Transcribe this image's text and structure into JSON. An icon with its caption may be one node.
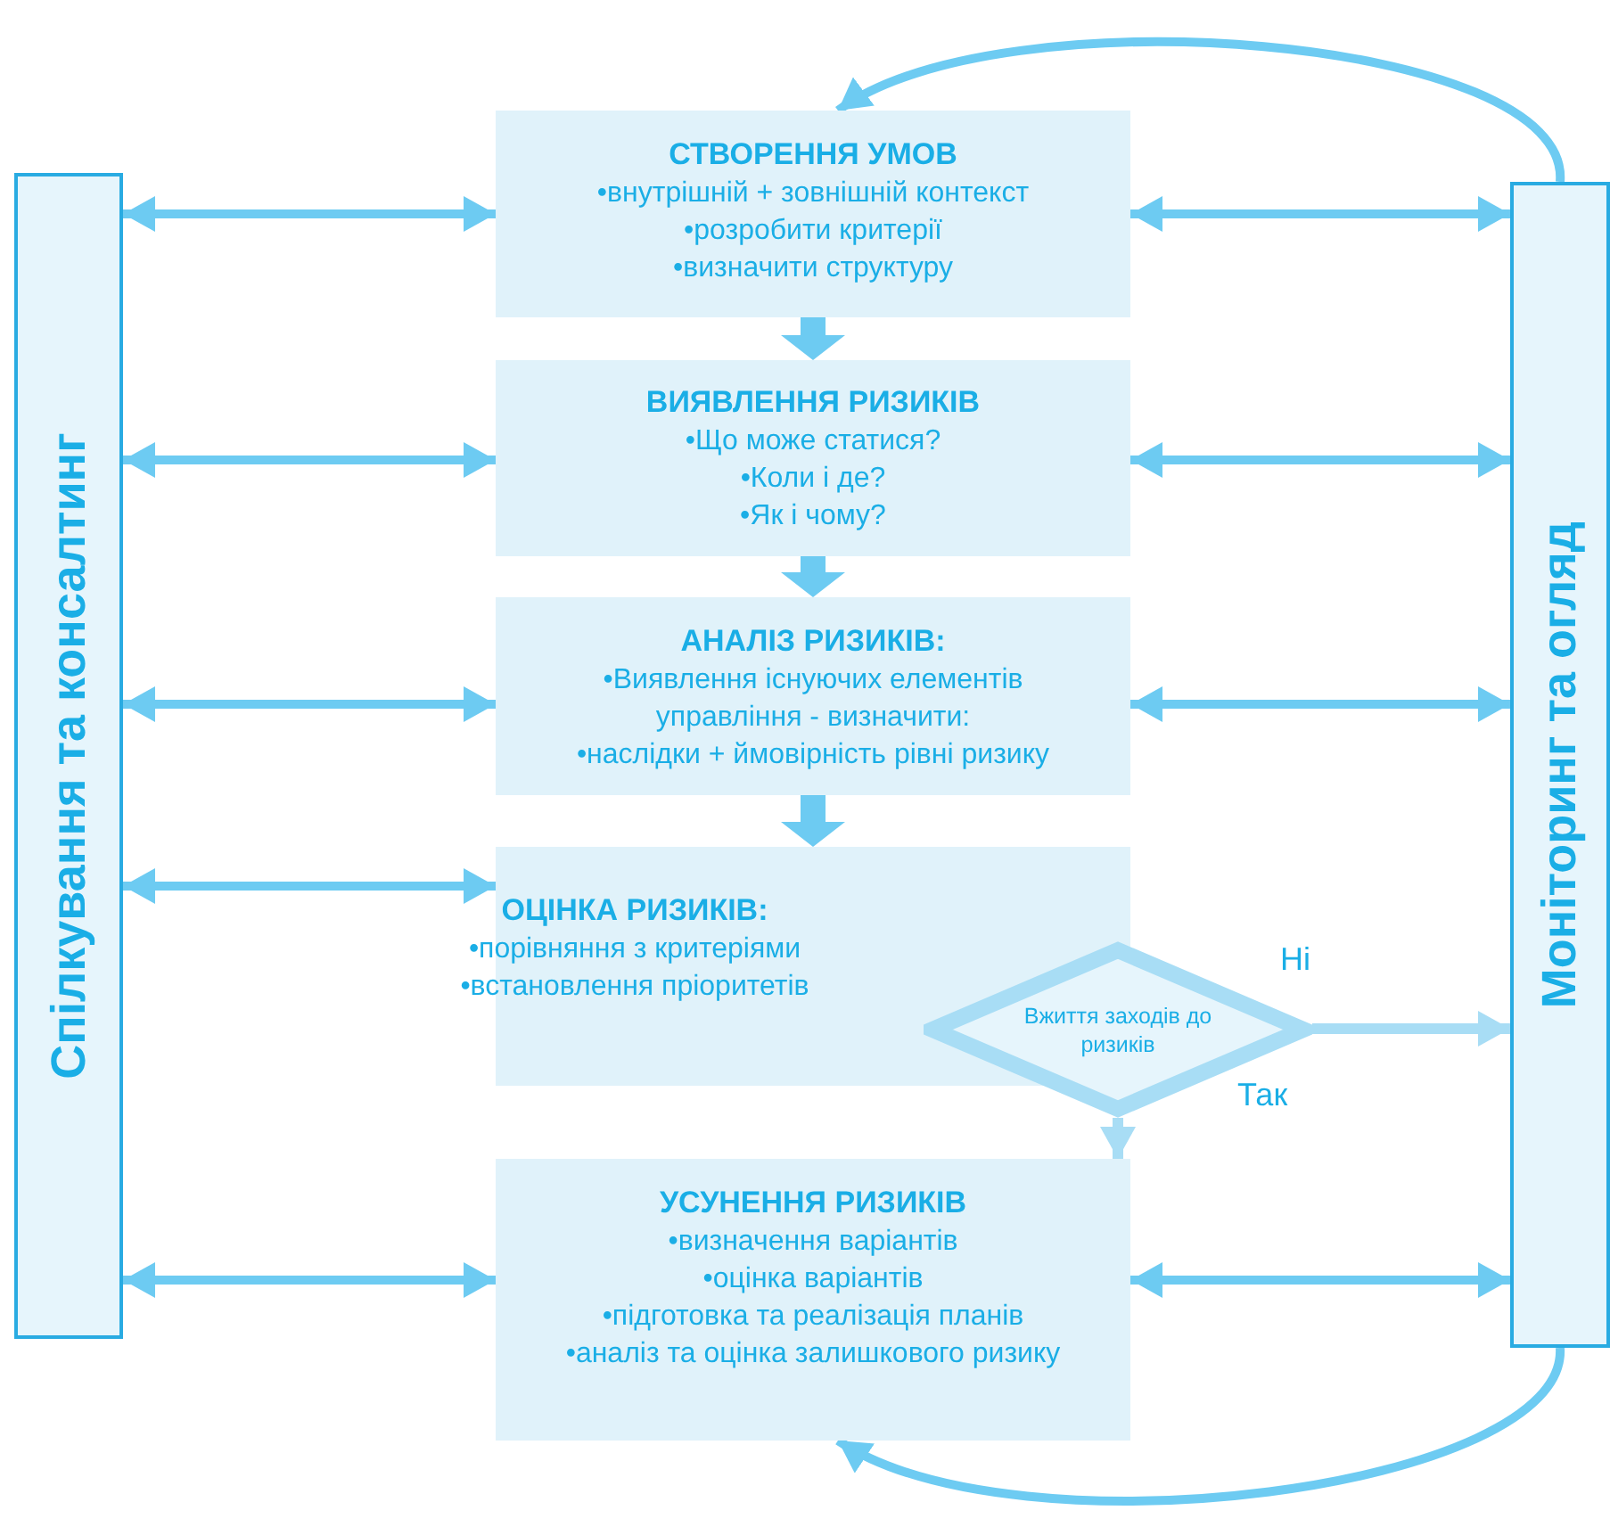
{
  "diagram": {
    "nodes": [
      {
        "text": [
          "Спілкування та  консалтинг"
        ]
      },
      {
        "text": [
          "СТВОРЕННЯ УМОВ",
          "•внутрішній + зовнішній контекст",
          "•розробити критерії",
          "•визначити структуру"
        ]
      },
      {
        "text": [
          "ВИЯВЛЕННЯ РИЗИКІВ",
          "•Що може статися?",
          "•Коли і де?",
          "•Як і чому?"
        ]
      },
      {
        "text": [
          "АНАЛІЗ РИЗИКІВ:",
          "•Виявлення існуючих елементів управління - визначити:",
          "•наслідки + ймовірність рівні ризику"
        ]
      },
      {
        "text": [
          "ОЦІНКА РИЗИКІВ:",
          "•порівняння з критеріями",
          "•встановлення пріоритетів"
        ]
      },
      {
        "text": [
          "Вжиття заходів до ризиків"
        ]
      },
      {
        "text": [
          "УСУНЕННЯ  РИЗИКІВ",
          "•визначення  варіантів",
          "•оцінка варіантів",
          "•підготовка та реалізація планів",
          "•аналіз та оцінка залишкового ризику"
        ]
      },
      {
        "text": [
          "Моніторинг та огляд"
        ]
      }
    ],
    "edges": [
      {
        "from": 0,
        "to": 1,
        "arrow": "both"
      },
      {
        "from": 1,
        "to": 7,
        "arrow": "both"
      },
      {
        "from": 0,
        "to": 2,
        "arrow": "both"
      },
      {
        "from": 2,
        "to": 7,
        "arrow": "both"
      },
      {
        "from": 0,
        "to": 3,
        "arrow": "both"
      },
      {
        "from": 3,
        "to": 7,
        "arrow": "both"
      },
      {
        "from": 0,
        "to": 4,
        "arrow": "both"
      },
      {
        "from": 0,
        "to": 6,
        "arrow": "both"
      },
      {
        "from": 6,
        "to": 7,
        "arrow": "both"
      },
      {
        "from": 1,
        "to": 2,
        "arrow": "to",
        "style": "thick"
      },
      {
        "from": 2,
        "to": 3,
        "arrow": "to",
        "style": "thick"
      },
      {
        "from": 3,
        "to": 4,
        "arrow": "to",
        "style": "thick"
      },
      {
        "from": 5,
        "to": 7,
        "arrow": "to",
        "label": "Ні",
        "color": "#a8ddf5"
      },
      {
        "from": 5,
        "to": 6,
        "arrow": "to",
        "label": "Так",
        "color": "#a8ddf5"
      },
      {
        "from": 7,
        "to": 1,
        "arrow": "to"
      },
      {
        "from": 7,
        "to": 6,
        "arrow": "to"
      }
    ]
  }
}
